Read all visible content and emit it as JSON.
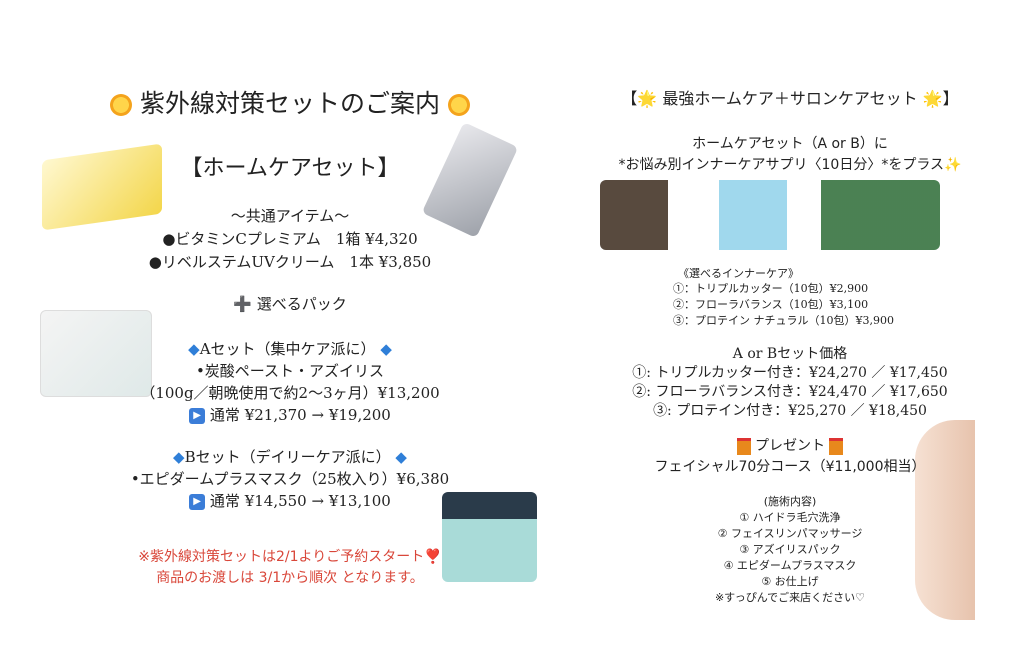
{
  "left": {
    "title": "紫外線対策セットのご案内",
    "heading": "【ホームケアセット】",
    "common_label": "〜共通アイテム〜",
    "common_items": [
      "●ビタミンCプレミアム　1箱 ¥4,320",
      "●リベルステムUVクリーム　1本 ¥3,850"
    ],
    "choose_pack": "選べるパック",
    "set_a": {
      "title": "Aセット（集中ケア派に）",
      "item": "•炭酸ペースト・アズイリス",
      "detail": "（100g／朝晩使用で約2〜3ヶ月）¥13,200",
      "price": "通常 ¥21,370 → ¥19,200"
    },
    "set_b": {
      "title": "Bセット（デイリーケア派に）",
      "item": "•エピダームプラスマスク（25枚入り）¥6,380",
      "price": "通常 ¥14,550 → ¥13,100"
    },
    "notice": [
      "※紫外線対策セットは2/1よりご予約スタート❣️",
      "商品のお渡しは 3/1から順次 となります。"
    ]
  },
  "right": {
    "title": "【🌟 最強ホームケア＋サロンケアセット 🌟】",
    "intro": [
      "ホームケアセット（A or B）に",
      "*お悩み別インナーケアサプリ〈10日分〉*をプラス✨"
    ],
    "inner_label": "《選べるインナーケア》",
    "inner_items": [
      "①：トリプルカッター（10包）¥2,900",
      "②：フローラバランス（10包）¥3,100",
      "③：プロテイン ナチュラル（10包）¥3,900"
    ],
    "price_label": "A or Bセット価格",
    "prices": [
      "①: トリプルカッター付き：¥24,270 ／ ¥17,450",
      "②: フローラバランス付き：¥24,470 ／ ¥17,650",
      "③: プロテイン付き：¥25,270 ／ ¥18,450"
    ],
    "present_label": "プレゼント",
    "present_item": "フェイシャル70分コース（¥11,000相当）",
    "course_label": "(施術内容)",
    "course_items": [
      "① ハイドラ毛穴洗浄",
      "② フェイスリンパマッサージ",
      "③ アズイリスパック",
      "④ エピダームプラスマスク",
      "⑤ お仕上げ"
    ],
    "footer": "※すっぴんでご来店ください♡"
  }
}
